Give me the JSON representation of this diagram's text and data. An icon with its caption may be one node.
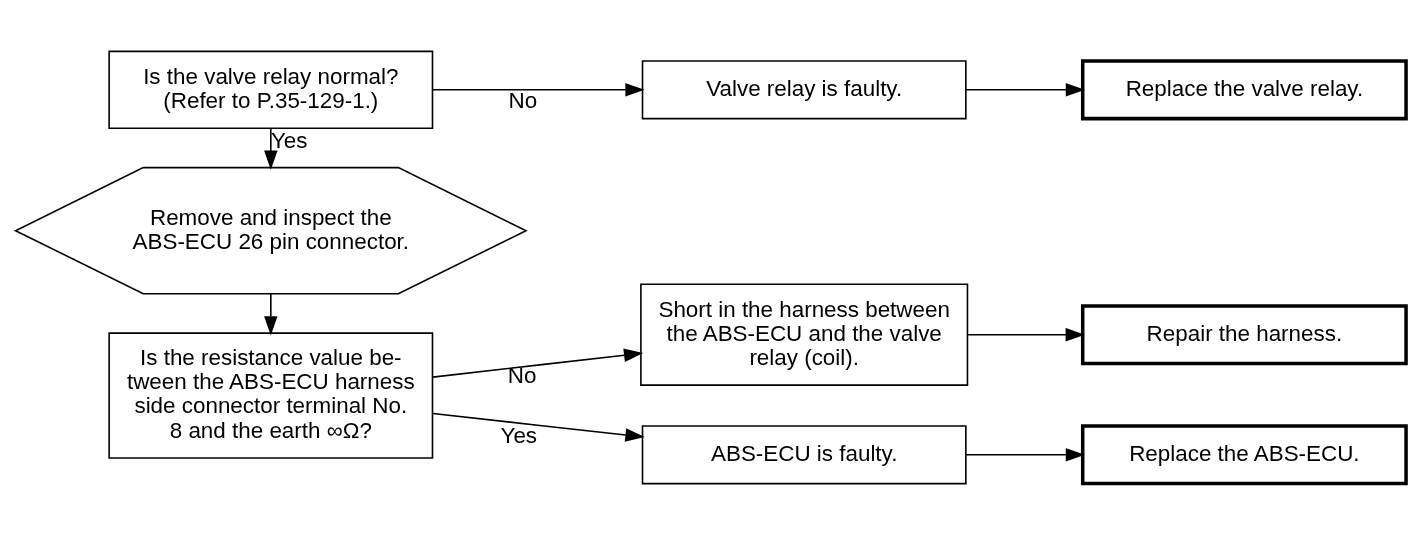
{
  "diagram": {
    "nodes": [
      {
        "text": [
          "Is the valve relay normal? (Refer to P.35-129-1.)"
        ]
      },
      {
        "text": [
          "Valve relay is faulty."
        ]
      },
      {
        "text": [
          "Replace the valve relay."
        ]
      },
      {
        "text": [
          "Remove and inspect the ABS-ECU 26 pin connector."
        ]
      },
      {
        "text": [
          "Is the resistance value be- tween the ABS-ECU harness side connector terminal No. 8 and the earth ∞Ω?"
        ]
      },
      {
        "text": [
          "Short in the harness between the ABS-ECU and the valve relay (coil)."
        ]
      },
      {
        "text": [
          "Repair the harness."
        ]
      },
      {
        "text": [
          "ABS-ECU is faulty."
        ]
      },
      {
        "text": [
          "Replace the ABS-ECU."
        ]
      }
    ],
    "edges": [
      {
        "from": 0,
        "to": 1,
        "arrow": "to",
        "label": "No"
      },
      {
        "from": 1,
        "to": 2,
        "arrow": "to"
      },
      {
        "from": 0,
        "to": 3,
        "arrow": "to",
        "label": "Yes"
      },
      {
        "from": 3,
        "to": 4,
        "arrow": "to"
      },
      {
        "from": 4,
        "to": 5,
        "arrow": "to",
        "label": "No"
      },
      {
        "from": 5,
        "to": 6,
        "arrow": "to"
      },
      {
        "from": 4,
        "to": 7,
        "arrow": "to",
        "label": "Yes"
      },
      {
        "from": 7,
        "to": 8,
        "arrow": "to"
      }
    ]
  }
}
